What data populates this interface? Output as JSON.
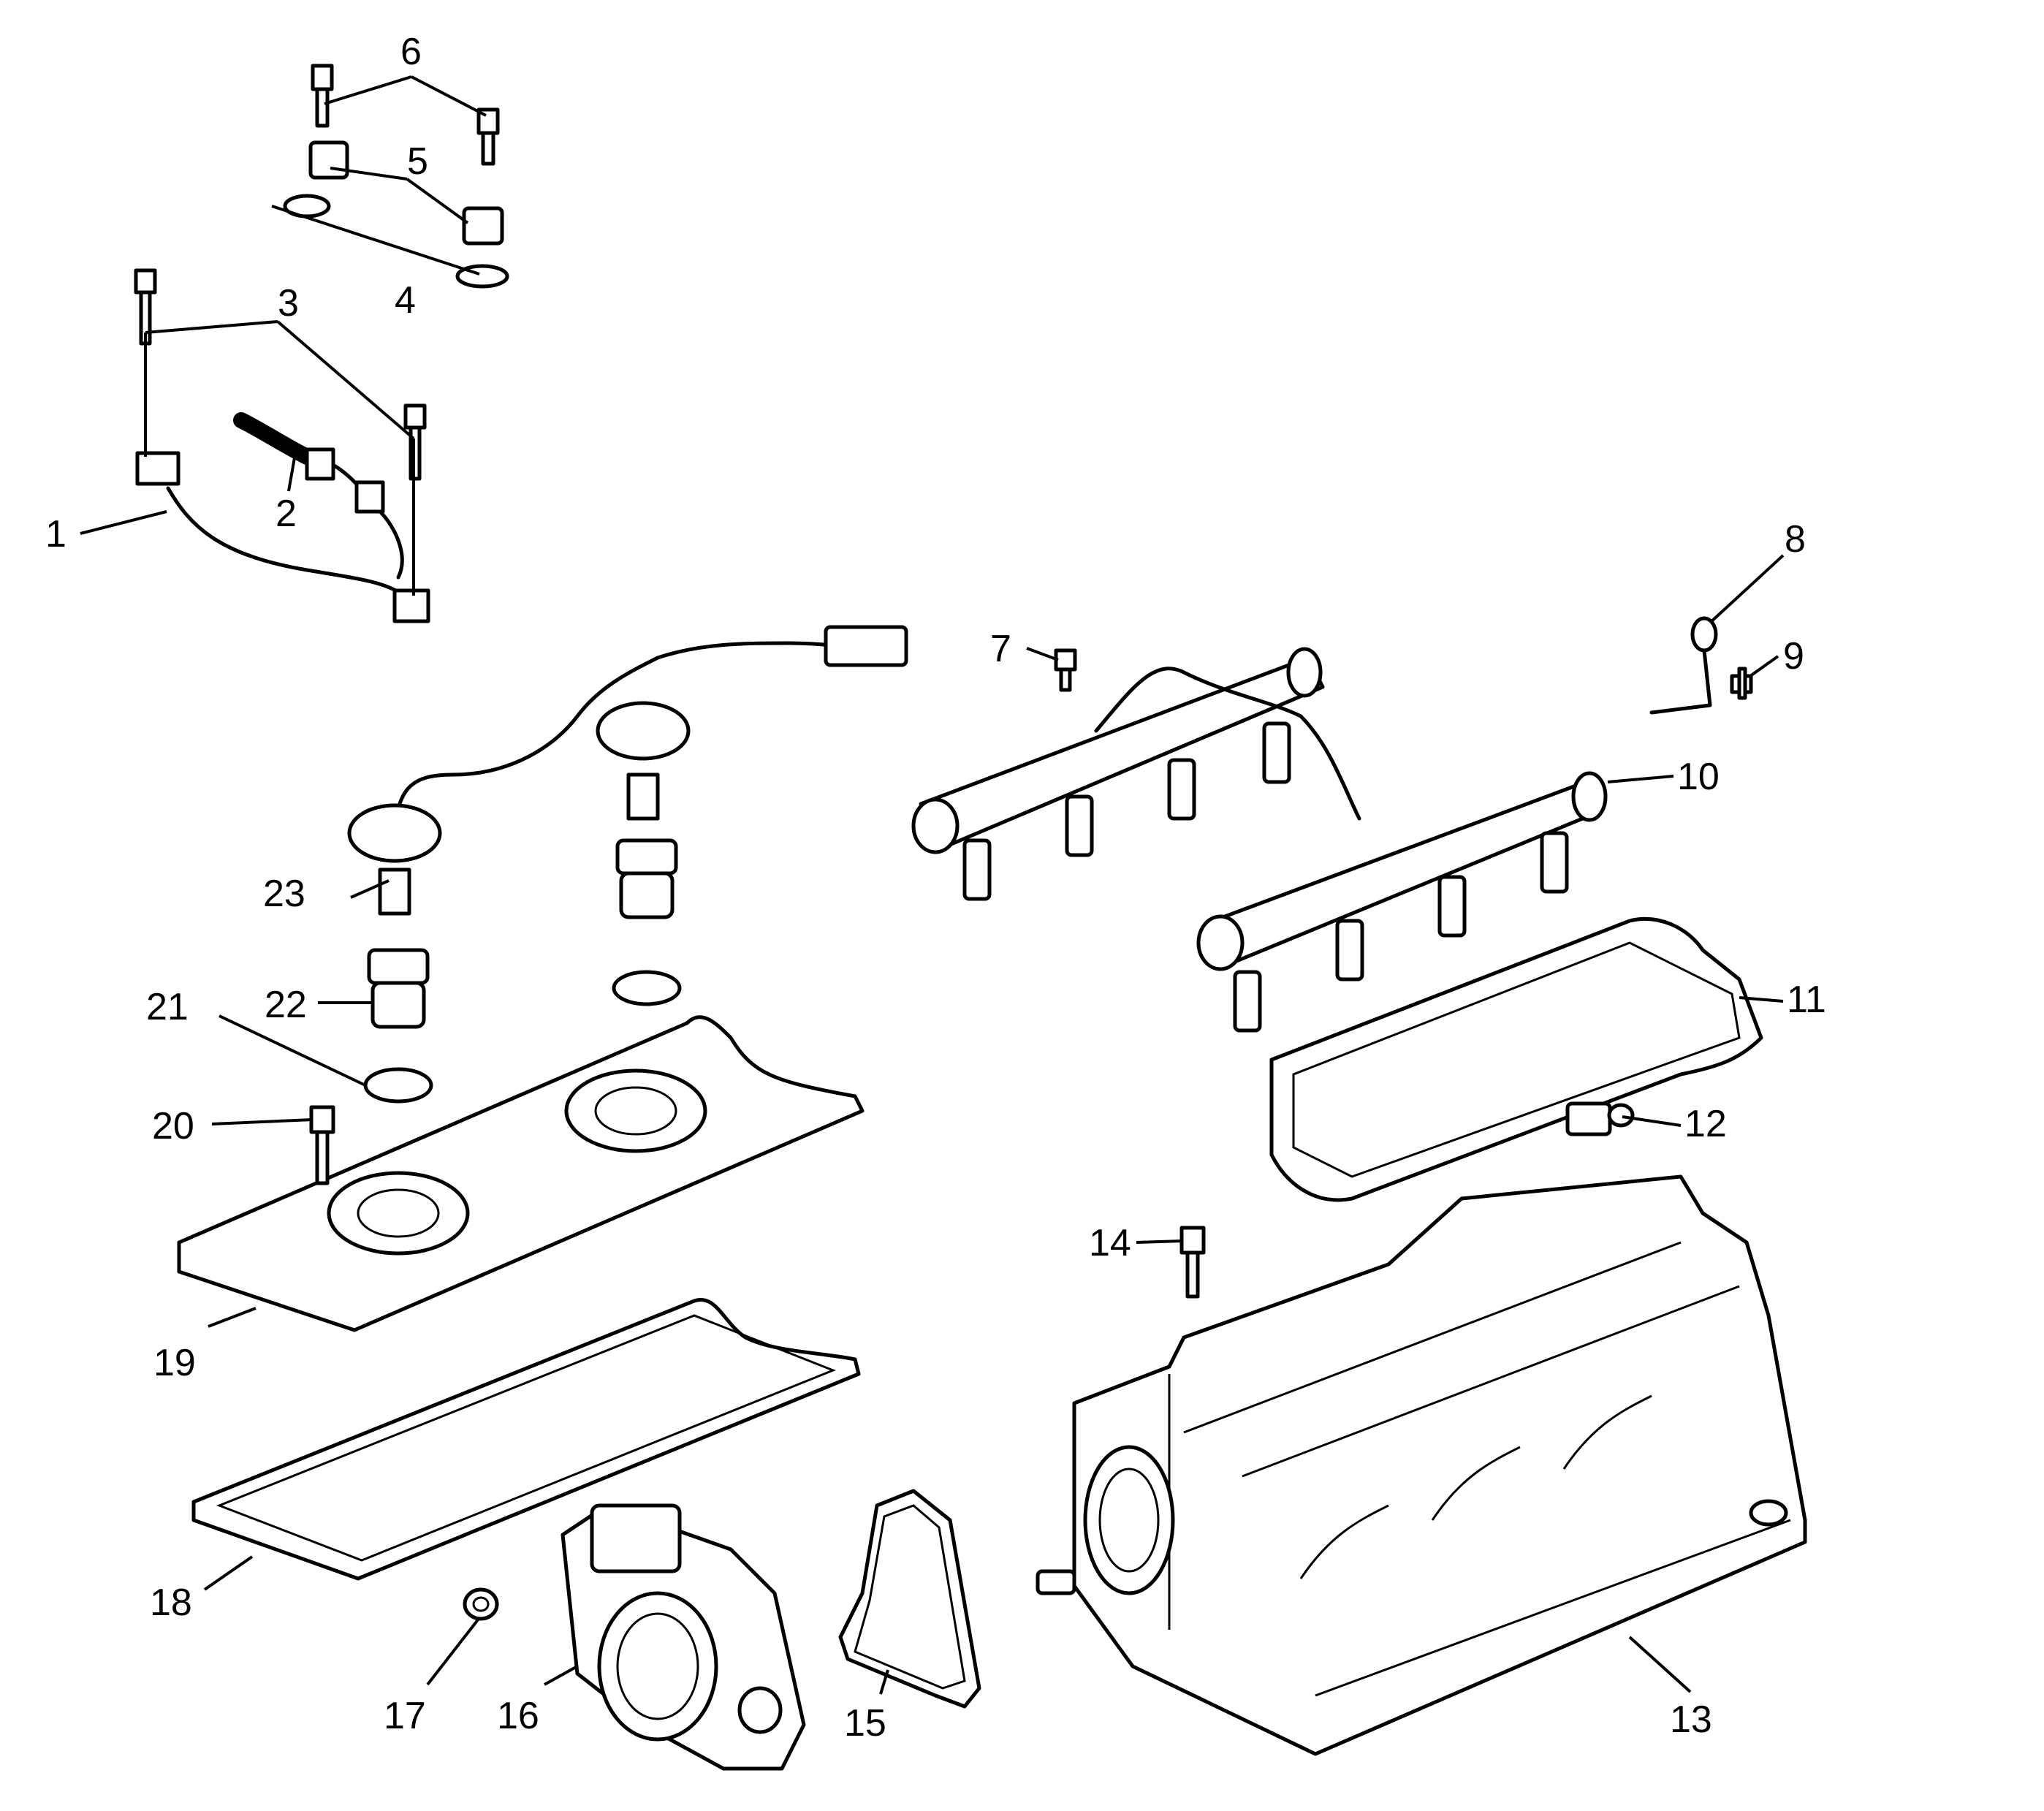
{
  "diagram": {
    "callouts": [
      "1",
      "2",
      "3",
      "4",
      "5",
      "6",
      "7",
      "8",
      "9",
      "10",
      "11",
      "12",
      "13",
      "14",
      "15",
      "16",
      "17",
      "18",
      "19",
      "20",
      "21",
      "22",
      "23"
    ]
  }
}
